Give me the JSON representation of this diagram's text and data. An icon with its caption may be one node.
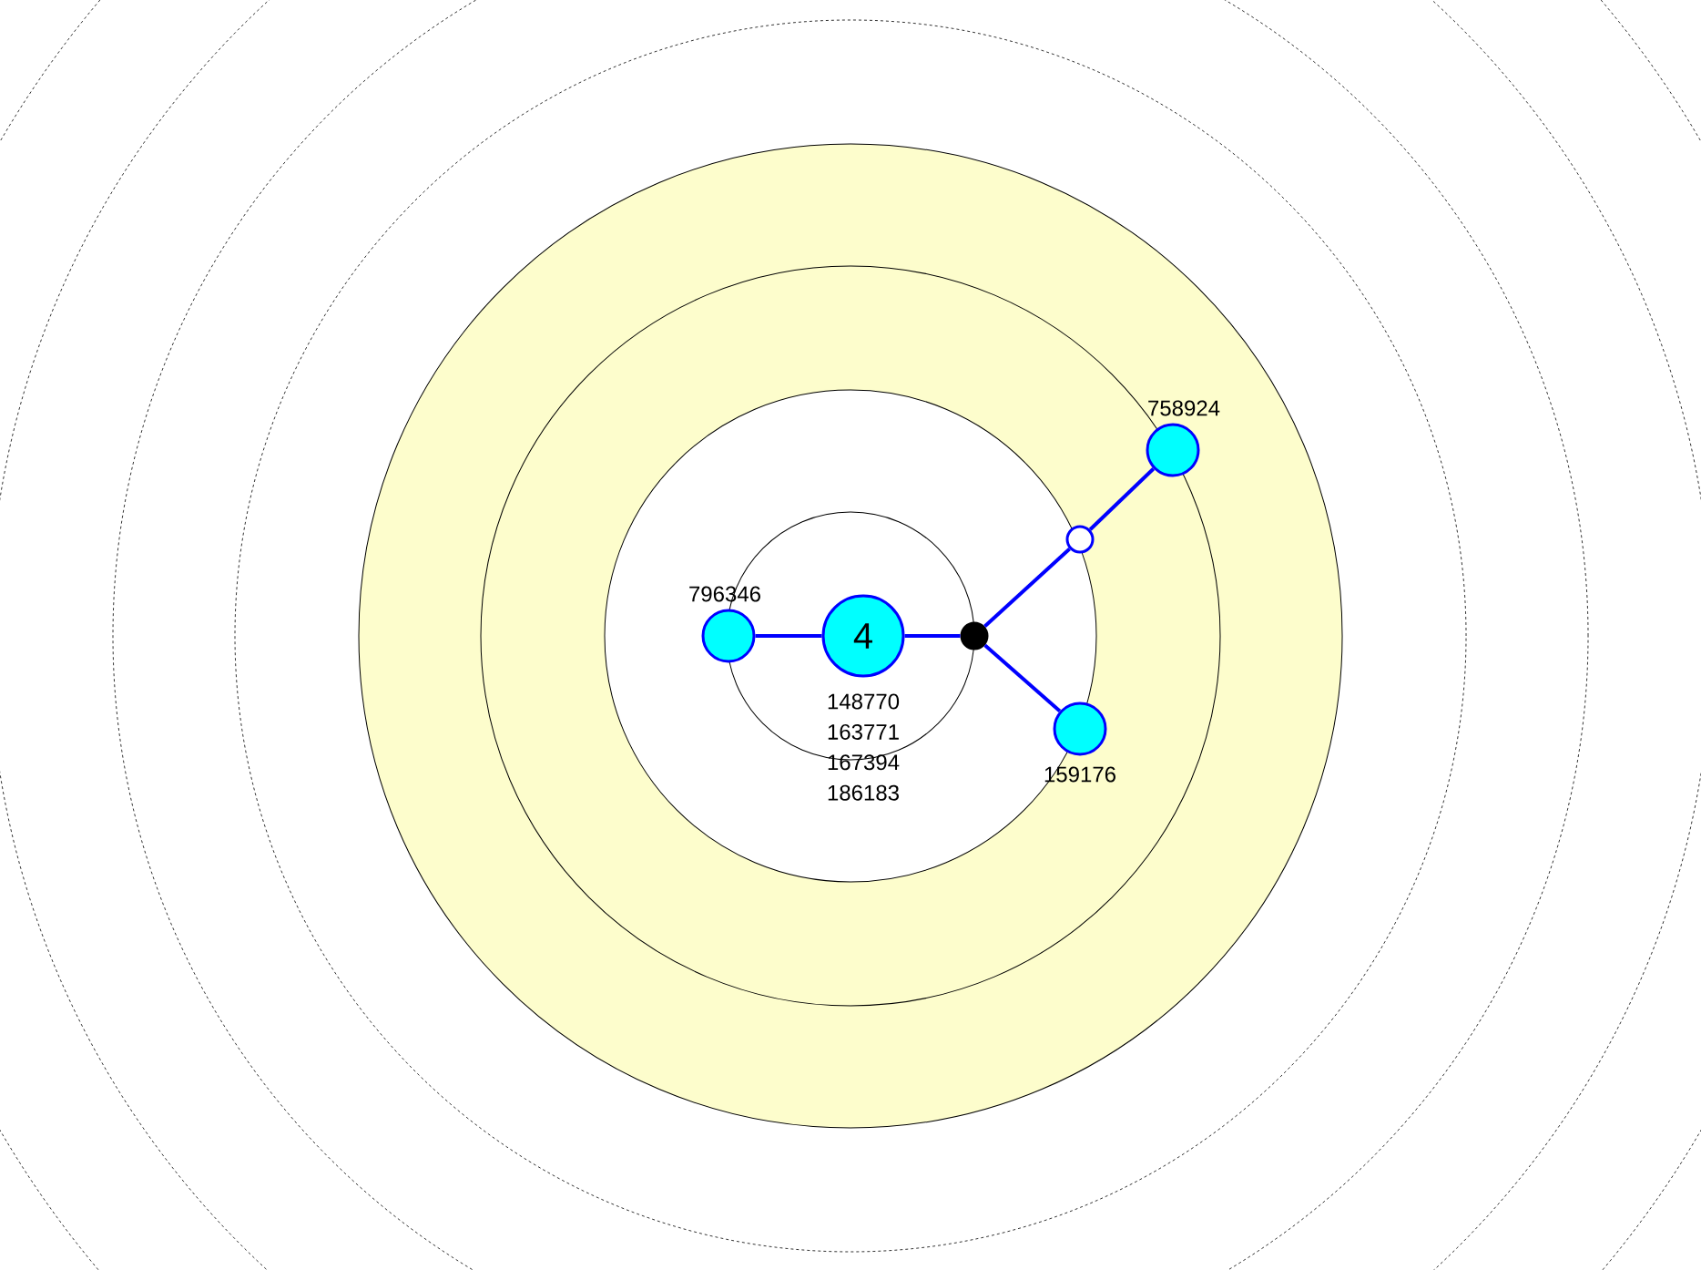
{
  "diagram": {
    "nodes": [
      {
        "text": [
          "4"
        ],
        "beside": [
          "148770",
          "163771",
          "167394",
          "186183"
        ]
      },
      {
        "text": [],
        "shape": "circle",
        "beside": [
          "796346"
        ]
      },
      {
        "text": [],
        "shape": "circle"
      },
      {
        "text": [],
        "shape": "circle"
      },
      {
        "text": [],
        "shape": "circle",
        "beside": [
          "758924"
        ]
      },
      {
        "text": [],
        "shape": "circle",
        "beside": [
          "159176"
        ]
      }
    ],
    "edges": [
      {
        "from": 1,
        "to": 0,
        "arrow": "none"
      },
      {
        "from": 0,
        "to": 2,
        "arrow": "none"
      },
      {
        "from": 2,
        "to": 3,
        "arrow": "none"
      },
      {
        "from": 3,
        "to": 4,
        "arrow": "none"
      },
      {
        "from": 2,
        "to": 5,
        "arrow": "none"
      }
    ]
  }
}
